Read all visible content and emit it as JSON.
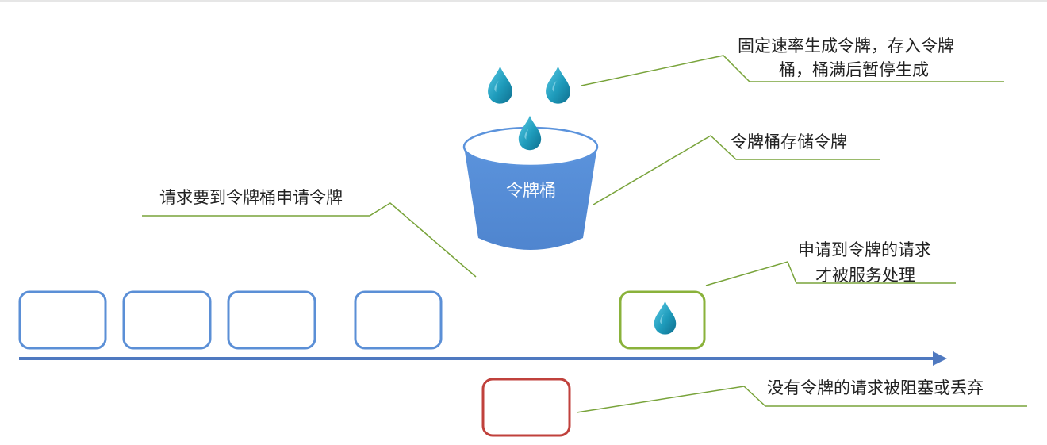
{
  "bucket": {
    "label": "令牌桶",
    "fill_color": "#5a8fd6",
    "rim_color": "#ffffff"
  },
  "annotations": {
    "generate": [
      "固定速率生成令牌，存入令牌",
      "桶，桶满后暂停生成"
    ],
    "store": "令牌桶存储令牌",
    "request": "请求要到令牌桶申请令牌",
    "served": [
      "申请到令牌的请求",
      "才被服务处理"
    ],
    "rejected": "没有令牌的请求被阻塞或丢弃"
  },
  "colors": {
    "token": "#1e9bbb",
    "pending_request_border": "#5b8fd6",
    "served_request_border": "#8ab23b",
    "rejected_request_border": "#c0413c",
    "timeline": "#4f79c0",
    "callout_line": "#78a33a"
  },
  "elements": {
    "pending_requests": 4,
    "served_requests": 1,
    "rejected_requests": 1,
    "tokens_shown": 4
  }
}
